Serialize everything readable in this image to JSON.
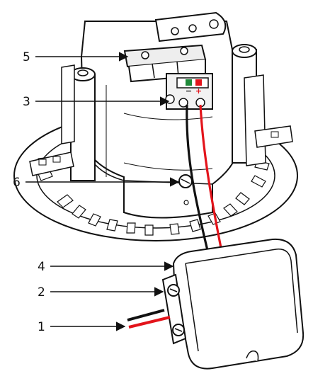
{
  "callouts": {
    "c5": "5",
    "c3": "3",
    "c6": "6",
    "c4": "4",
    "c2": "2",
    "c1": "1"
  },
  "terminal_labels": {
    "negative": "−",
    "positive": "+"
  },
  "colors": {
    "outline": "#111111",
    "body_fill": "#ffffff",
    "shade": "#d9d9d9",
    "wire_red": "#e3141b",
    "wire_black": "#111111",
    "terminal_green": "#1f8a3a",
    "terminal_red": "#e3141b"
  }
}
